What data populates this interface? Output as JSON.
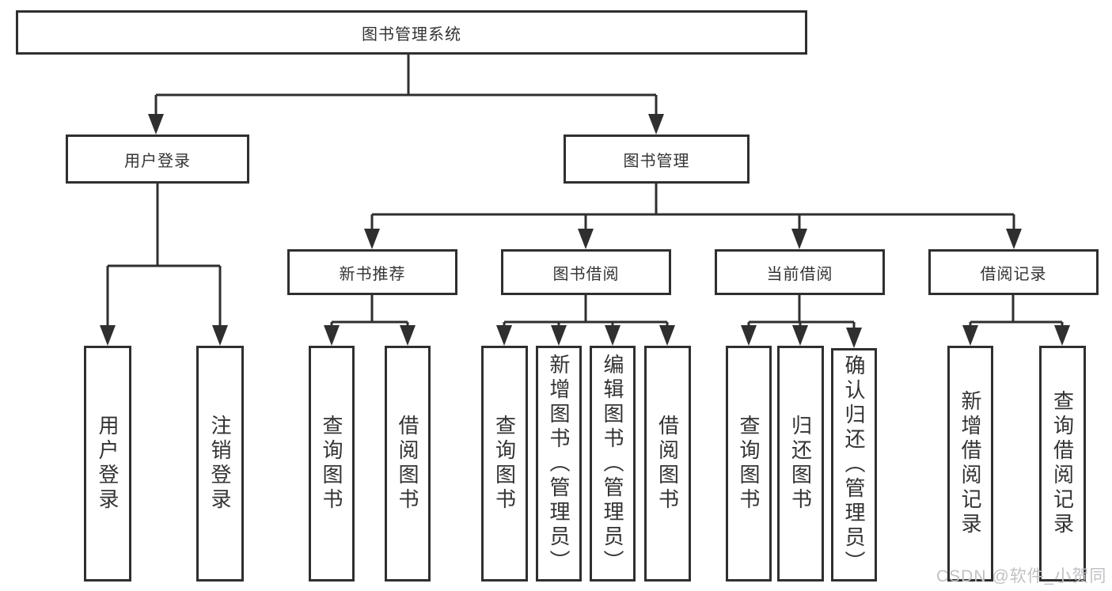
{
  "watermark": "CSDN @软件_小贺同学",
  "colors": {
    "line": "#2f2f2f",
    "text": "#333333",
    "background": "#ffffff",
    "watermark": "#c1c1c5"
  },
  "diagram": {
    "root": {
      "label": "图书管理系统"
    },
    "level2": {
      "user": {
        "label": "用户登录"
      },
      "book": {
        "label": "图书管理"
      }
    },
    "user_children": {
      "login": {
        "label": "用户登录"
      },
      "logout": {
        "label": "注销登录"
      }
    },
    "level3": {
      "new_books": {
        "label": "新书推荐"
      },
      "borrow": {
        "label": "图书借阅"
      },
      "current": {
        "label": "当前借阅"
      },
      "records": {
        "label": "借阅记录"
      }
    },
    "new_books_children": {
      "query": {
        "label": "查询图书"
      },
      "borrow": {
        "label": "借阅图书"
      }
    },
    "borrow_children": {
      "query": {
        "label": "查询图书"
      },
      "add": {
        "label": "新增图书（管理员）"
      },
      "edit": {
        "label": "编辑图书（管理员）"
      },
      "borrow": {
        "label": "借阅图书"
      }
    },
    "current_children": {
      "query": {
        "label": "查询图书"
      },
      "return": {
        "label": "归还图书"
      },
      "confirm": {
        "label": "确认归还（管理员）"
      }
    },
    "records_children": {
      "add": {
        "label": "新增借阅记录"
      },
      "query": {
        "label": "查询借阅记录"
      }
    }
  }
}
